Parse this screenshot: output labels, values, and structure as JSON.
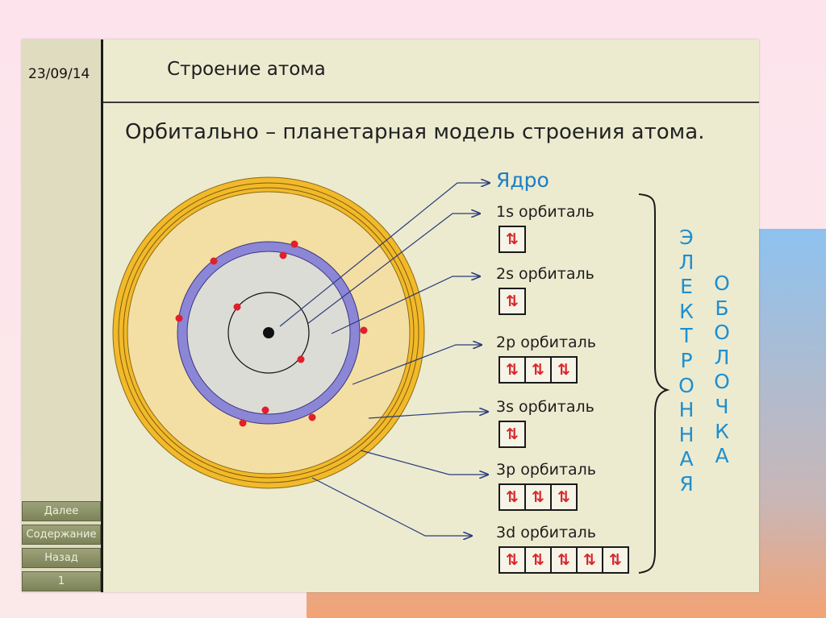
{
  "slide": {
    "date": "23/09/14",
    "header_title": "Строение атома",
    "main_title": "Орбитально – планетарная модель строения атома."
  },
  "nav": {
    "next": "Далее",
    "contents": "Содержание",
    "back": "Назад",
    "page": "1"
  },
  "diagram": {
    "nucleus_label": "Ядро",
    "orbitals": [
      {
        "label": "1s орбиталь",
        "cells": 1
      },
      {
        "label": "2s орбиталь",
        "cells": 1
      },
      {
        "label": "2p орбиталь",
        "cells": 3
      },
      {
        "label": "3s орбиталь",
        "cells": 1
      },
      {
        "label": "3p орбиталь",
        "cells": 3
      },
      {
        "label": "3d орбиталь",
        "cells": 5
      }
    ],
    "cell_symbol": "⇅",
    "vertical_left": "ЭЛЕКТРОННАЯ",
    "vertical_right": "ОБОЛОЧКА",
    "colors": {
      "outer_ring": "#f2b92a",
      "outer_fill": "#f3dfa3",
      "inner_ring": "#8c86d6",
      "inner_fill": "#dcdcd6",
      "electron": "#e0202a",
      "label_blue": "#1e8fd0"
    }
  }
}
